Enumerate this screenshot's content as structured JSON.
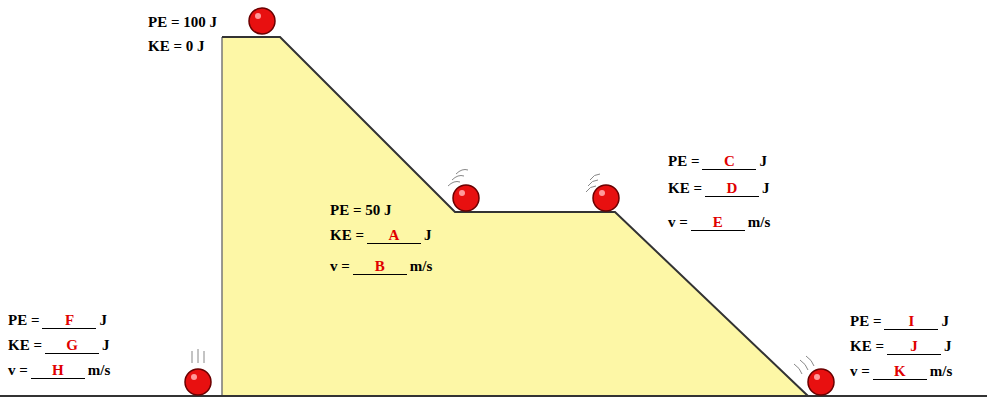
{
  "diagram": {
    "labels": [
      "PE = 100 J",
      "KE = 0 J",
      "PE = 50 J",
      "KE =",
      "A",
      "J",
      "v =",
      "B",
      "m/s",
      "PE =",
      "C",
      "J",
      "KE =",
      "D",
      "J",
      "v =",
      "E",
      "m/s",
      "PE =",
      "F",
      "J",
      "KE =",
      "G",
      "J",
      "v =",
      "H",
      "m/s",
      "PE =",
      "I",
      "J",
      "KE =",
      "J",
      "J",
      "v =",
      "K",
      "m/s"
    ]
  }
}
